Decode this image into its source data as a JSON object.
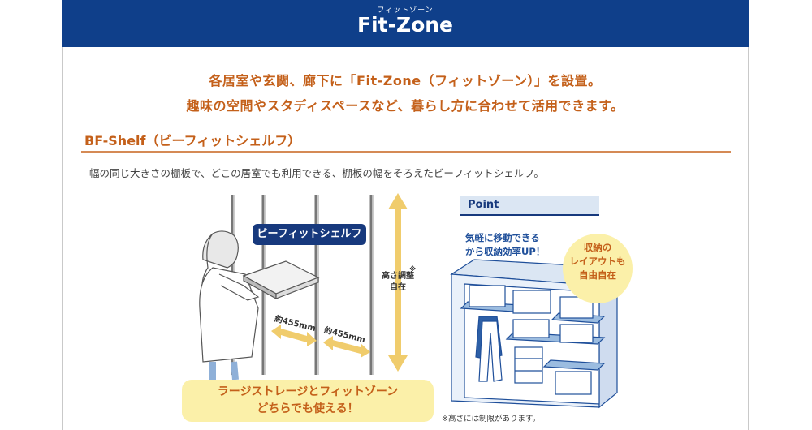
{
  "header": {
    "ruby": "フィットゾーン",
    "title": "Fit-Zone"
  },
  "lead": {
    "line1": "各居室や玄関、廊下に「Fit-Zone（フィットゾーン）」を設置。",
    "line2": "趣味の空間やスタディスペースなど、暮らし方に合わせて活用できます。"
  },
  "section": {
    "title": "BF-Shelf（ビーフィットシェルフ）",
    "description": "幅の同じ大きさの棚板で、どこの居室でも利用できる、棚板の幅をそろえたビーフィットシェルフ。"
  },
  "illustration": {
    "shelf_label": "ビーフィットシェルフ",
    "measure1": "約455mm",
    "measure2": "約455mm",
    "height_line1": "高さ調整",
    "height_line2": "自在",
    "height_asterisk": "※",
    "bottom_line1": "ラージストレージとフィットゾーン",
    "bottom_line2": "どちらでも使える！"
  },
  "point": {
    "tab": "Point",
    "text_line1": "気軽に移動できる",
    "text_line2": "から収納効率UP！",
    "circle_line1": "収納の",
    "circle_line2": "レイアウトも",
    "circle_line3": "自由自在"
  },
  "footnote": "※高さには制限があります。",
  "colors": {
    "navy": "#0f3f8a",
    "orange": "#c4601a",
    "yellow": "#fbf0a9",
    "light_blue": "#dbe6f3"
  }
}
